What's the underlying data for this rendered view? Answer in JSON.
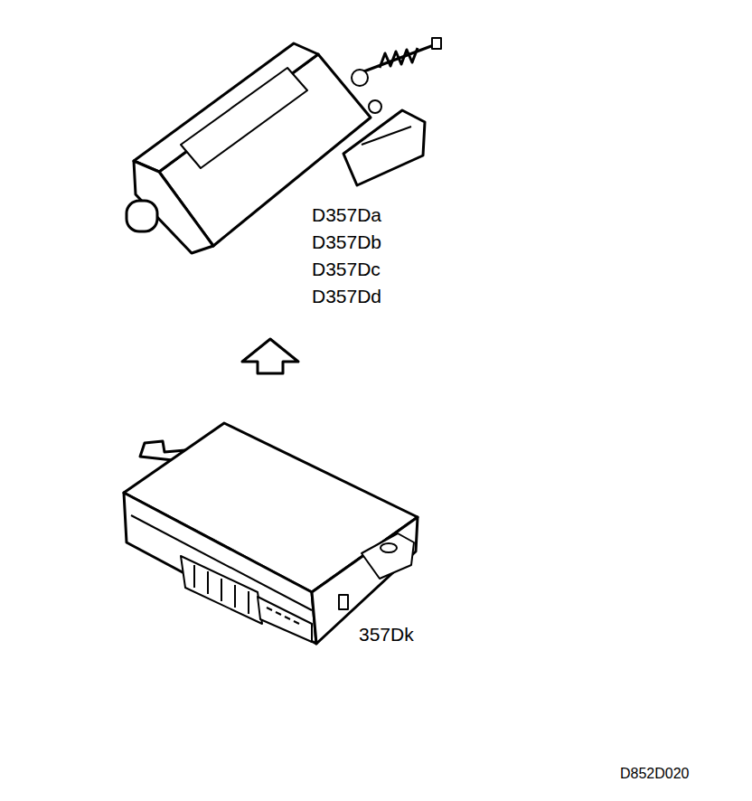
{
  "diagram": {
    "labels": [
      "D357Da",
      "D357Db",
      "D357Dc",
      "D357Dd",
      "357Dk",
      "D852D020"
    ]
  }
}
